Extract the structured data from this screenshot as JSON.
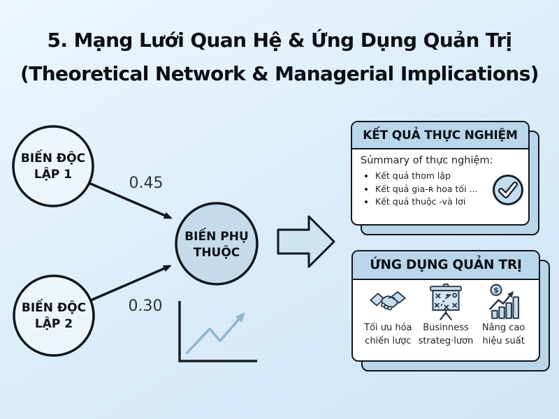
{
  "title": {
    "line1": "5. Mạng Lưới Quan Hệ & Ứng Dụng Quản Trị",
    "line2": "(Theoretical Network & Managerial Implications)"
  },
  "diagram": {
    "nodes": [
      {
        "id": "iv1",
        "label_line1": "BIẾN ĐỘC",
        "label_line2": "LẬP 1"
      },
      {
        "id": "iv2",
        "label_line1": "BIẾN ĐỘC",
        "label_line2": "LẬP 2"
      },
      {
        "id": "dv",
        "label_line1": "BIẾN PHỤ",
        "label_line2": "THUỘC"
      }
    ],
    "edges": [
      {
        "from": "BIẾN ĐỘC LẬP 1",
        "to": "BIẾN PHỤ THUỘC",
        "weight": "0.45"
      },
      {
        "from": "BIẾN ĐỘC LẬP 2",
        "to": "BIẾN PHỤ THUỘC",
        "weight": "0.30"
      }
    ]
  },
  "experimental_panel": {
    "header": "KẾT QUẢ THỰC NGHIỆM",
    "intro": "Sủmmary of thực nghiệm:",
    "bullets": [
      "Kết quả thom lập",
      "Kết quả gia-ʀ hoa tối ...",
      "Kết quả thuộc -và lơi"
    ]
  },
  "management_panel": {
    "header": "ỨNG DỤNG QUẢN TRỊ",
    "items": [
      {
        "icon": "handshake-icon",
        "label_line1": "Tối ưu hóa",
        "label_line2": "chiến lược"
      },
      {
        "icon": "strategy-board-icon",
        "label_line1": "Businness",
        "label_line2": "strateg·lươn"
      },
      {
        "icon": "growth-chart-icon",
        "label_line1": "Nâng cao",
        "label_line2": "hiệu suất"
      }
    ]
  },
  "icons": {
    "check_circle": "✓",
    "handshake": "🤝",
    "strategy_board": "📋",
    "growth_chart": "📈",
    "trend_chart": "📈",
    "block_arrow": "➡",
    "dollar": "$"
  },
  "colors": {
    "background_top": "#edf6fd",
    "background_bottom": "#cfe4f5",
    "panel_header": "#b9d6eb",
    "dependent_node_fill": "#c6dbea",
    "independent_node_fill": "#edf5fb",
    "outline": "#10161d",
    "icon_fill": "#c7dcec",
    "icon_stroke": "#2c3a49",
    "trend_line": "#8fb4cd",
    "block_arrow_fill": "#cfe3f1",
    "text": "#0c0f14"
  }
}
